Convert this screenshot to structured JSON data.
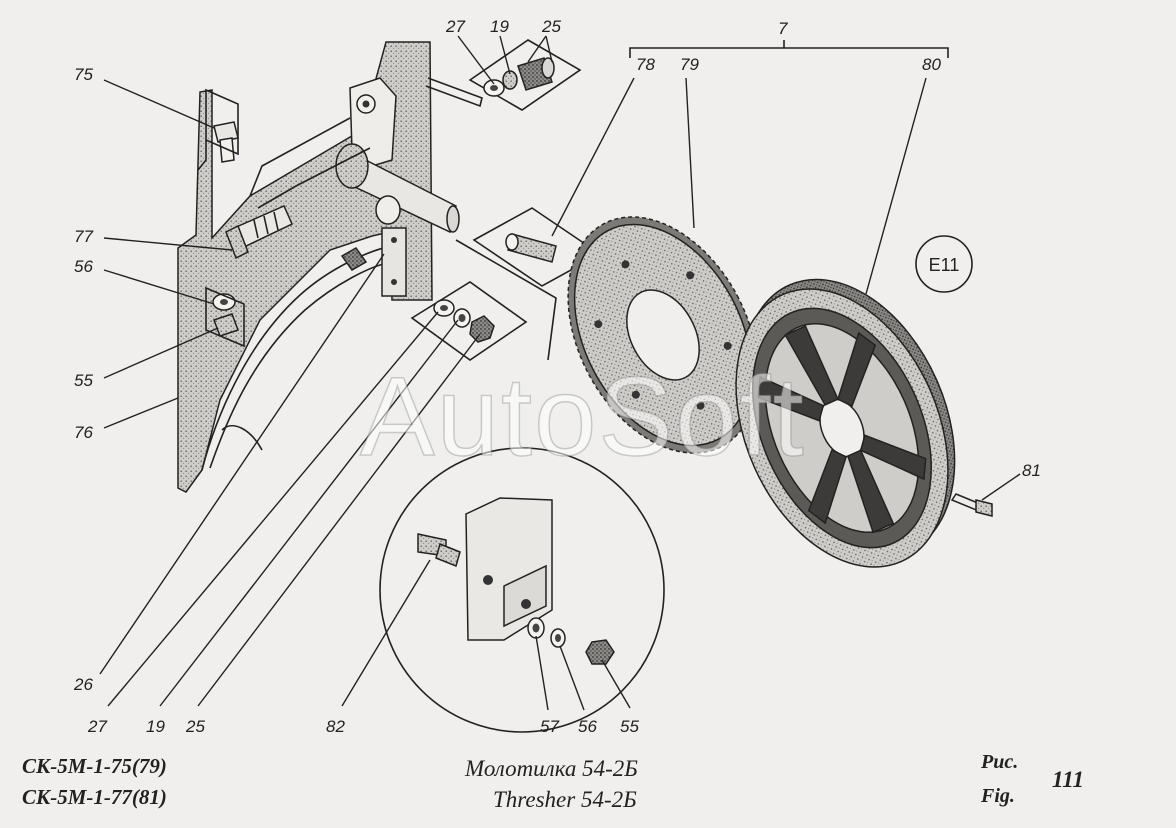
{
  "callouts": [
    {
      "id": "75",
      "label": "75"
    },
    {
      "id": "77",
      "label": "77"
    },
    {
      "id": "56a",
      "label": "56"
    },
    {
      "id": "55a",
      "label": "55"
    },
    {
      "id": "76",
      "label": "76"
    },
    {
      "id": "27a",
      "label": "27"
    },
    {
      "id": "19a",
      "label": "19"
    },
    {
      "id": "25a",
      "label": "25"
    },
    {
      "id": "7",
      "label": "7"
    },
    {
      "id": "78",
      "label": "78"
    },
    {
      "id": "79",
      "label": "79"
    },
    {
      "id": "80",
      "label": "80"
    },
    {
      "id": "81",
      "label": "81"
    },
    {
      "id": "26",
      "label": "26"
    },
    {
      "id": "27b",
      "label": "27"
    },
    {
      "id": "19b",
      "label": "19"
    },
    {
      "id": "25b",
      "label": "25"
    },
    {
      "id": "82",
      "label": "82"
    },
    {
      "id": "57",
      "label": "57"
    },
    {
      "id": "56b",
      "label": "56"
    },
    {
      "id": "55b",
      "label": "55"
    }
  ],
  "badge": "E11",
  "watermark": "AutoSoft",
  "caption": {
    "model_1": "СК-5М-1-75(79)",
    "model_2": "СК-5М-1-77(81)",
    "title_ru": "Молотилка 54-2Б",
    "title_en": "Thresher 54-2Б",
    "fig_ru": "Рис.",
    "fig_en": "Fig.",
    "fig_number": "111"
  }
}
